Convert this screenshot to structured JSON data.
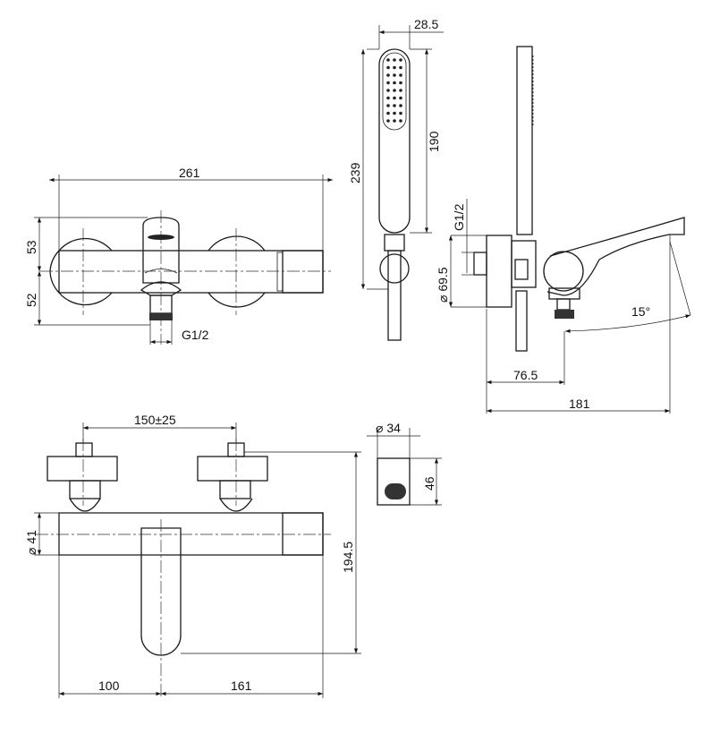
{
  "front_view": {
    "width": "261",
    "upper_height": "53",
    "lower_height": "52",
    "outlet_thread": "G1/2"
  },
  "hand_shower": {
    "head_width": "28.5",
    "total_length": "239",
    "head_length": "190"
  },
  "side_view": {
    "thread": "G1/2",
    "plate_diameter": "⌀ 69.5",
    "outlet_depth": "76.5",
    "total_depth": "181",
    "angle": "15°"
  },
  "top_view": {
    "centers": "150±25",
    "body_diameter": "⌀ 41",
    "total_height": "194.5",
    "left_offset": "100",
    "spout_length": "161"
  },
  "holder": {
    "diameter": "⌀ 34",
    "height": "46"
  }
}
